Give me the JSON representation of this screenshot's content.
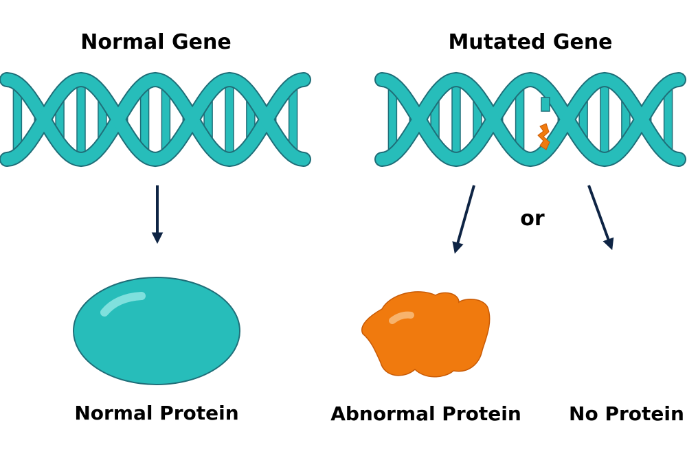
{
  "colors": {
    "dna": "#27BDBA",
    "outline": "#1F6E78",
    "arrow": "#0E2444",
    "normal_protein": "#27BDBA",
    "abnormal_protein": "#F07A0E",
    "highlight": "#7FE0DD"
  },
  "labels": {
    "normal_gene": "Normal Gene",
    "mutated_gene": "Mutated Gene",
    "or": "or",
    "normal_protein": "Normal Protein",
    "abnormal_protein": "Abnormal Protein",
    "no_protein": "No Protein"
  }
}
